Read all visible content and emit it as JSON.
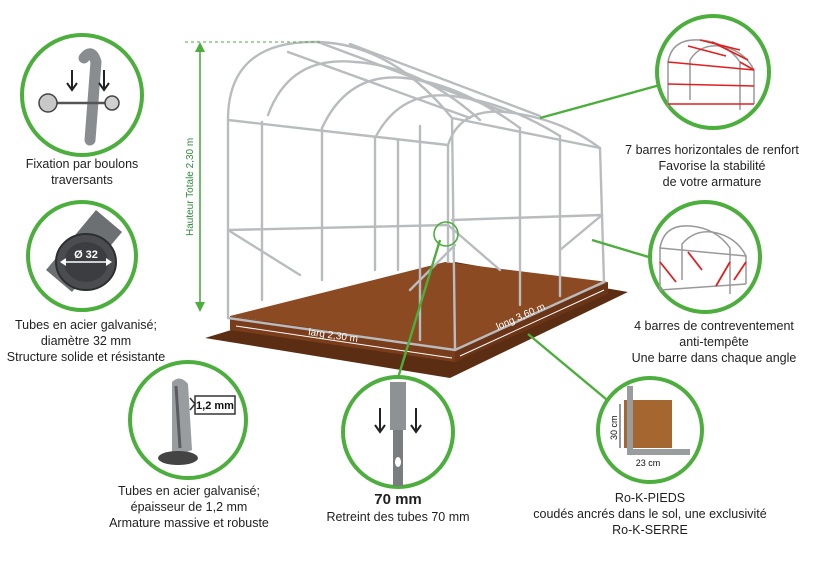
{
  "colors": {
    "green": "#4cae3c",
    "soil": "#8b4a22",
    "soil_dark": "#5b2e14",
    "frame": "#b9bcbf",
    "red": "#e02020"
  },
  "dimensions": {
    "height": "Hauteur Totale 2,30 m",
    "width": "larg 2,30 m",
    "length": "long 3,60 m"
  },
  "callouts": {
    "bolts": {
      "icon": "bolt-fixing-icon",
      "lines": [
        "Fixation par boulons",
        "traversants"
      ]
    },
    "tube32": {
      "icon": "tube-section-icon",
      "badge": "Ø 32",
      "lines": [
        "Tubes en acier galvanisé;",
        "diamètre 32 mm",
        "Structure solide et résistante"
      ]
    },
    "thickness": {
      "icon": "tube-thickness-icon",
      "badge": "1,2 mm",
      "lines": [
        "Tubes en acier galvanisé;",
        "épaisseur de 1,2 mm",
        "Armature massive et robuste"
      ]
    },
    "shrink": {
      "icon": "tube-shrink-icon",
      "title": "70 mm",
      "lines": [
        "Retreint des tubes 70 mm"
      ]
    },
    "feet": {
      "icon": "ground-anchor-icon",
      "dim_h": "30 cm",
      "dim_w": "23 cm",
      "lines": [
        "Ro-K-PIEDS",
        "coudés ancrés dans le sol, une exclusivité",
        "Ro-K-SERRE"
      ]
    },
    "bars7": {
      "icon": "horizontal-bars-icon",
      "lines": [
        "7 barres horizontales de renfort",
        "Favorise la stabilité",
        "de votre armature"
      ]
    },
    "bars4": {
      "icon": "bracing-bars-icon",
      "lines": [
        "4 barres de contreventement",
        "anti-tempête",
        "Une barre dans chaque angle"
      ]
    }
  }
}
